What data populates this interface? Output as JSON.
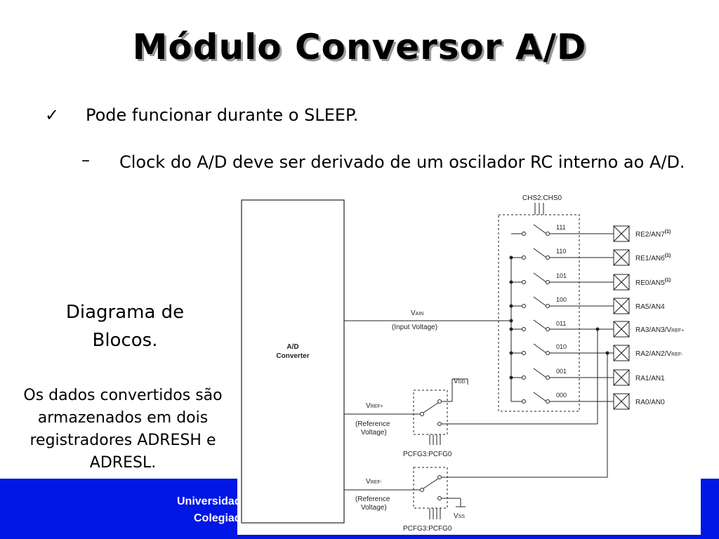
{
  "slide": {
    "title": "Módulo Conversor A/D",
    "bullet_mark": "✓",
    "bullet1": "Pode funcionar durante o SLEEP.",
    "dash": "–",
    "bullet2": "Clock do A/D deve ser derivado de um oscilador RC interno ao A/D.",
    "side_title": "Diagrama de Blocos.",
    "side_text": "Os dados convertidos são armazenados em dois registradores ADRESH e ADRESL.",
    "footer_line1": "Universidade",
    "footer_line2": "Colegiado"
  },
  "diagram": {
    "converter_line1": "A/D",
    "converter_line2": "Converter",
    "chs_label": "CHS2:CHS0",
    "vain_main": "V",
    "vain_sub": "AIN",
    "input_voltage": "(Input Voltage)",
    "vrefp_main": "V",
    "vrefp_sub": "REF+",
    "vrefn_main": "V",
    "vrefn_sub": "REF-",
    "ref_voltage_1": "(Reference",
    "ref_voltage_2": "Voltage)",
    "vdd_main": "V",
    "vdd_sub": "DD",
    "vss_main": "V",
    "vss_sub": "SS",
    "pcfg_label": "PCFG3:PCFG0",
    "channels": [
      {
        "code": "111",
        "pin": "RE2/AN7",
        "note": "(1)"
      },
      {
        "code": "110",
        "pin": "RE1/AN6",
        "note": "(1)"
      },
      {
        "code": "101",
        "pin": "RE0/AN5",
        "note": "(1)"
      },
      {
        "code": "100",
        "pin": "RA5/AN4",
        "note": ""
      },
      {
        "code": "011",
        "pin": "RA3/AN3/V",
        "note": "",
        "sub": "REF+"
      },
      {
        "code": "010",
        "pin": "RA2/AN2/V",
        "note": "",
        "sub": "REF-"
      },
      {
        "code": "001",
        "pin": "RA1/AN1",
        "note": ""
      },
      {
        "code": "000",
        "pin": "RA0/AN0",
        "note": ""
      }
    ]
  }
}
